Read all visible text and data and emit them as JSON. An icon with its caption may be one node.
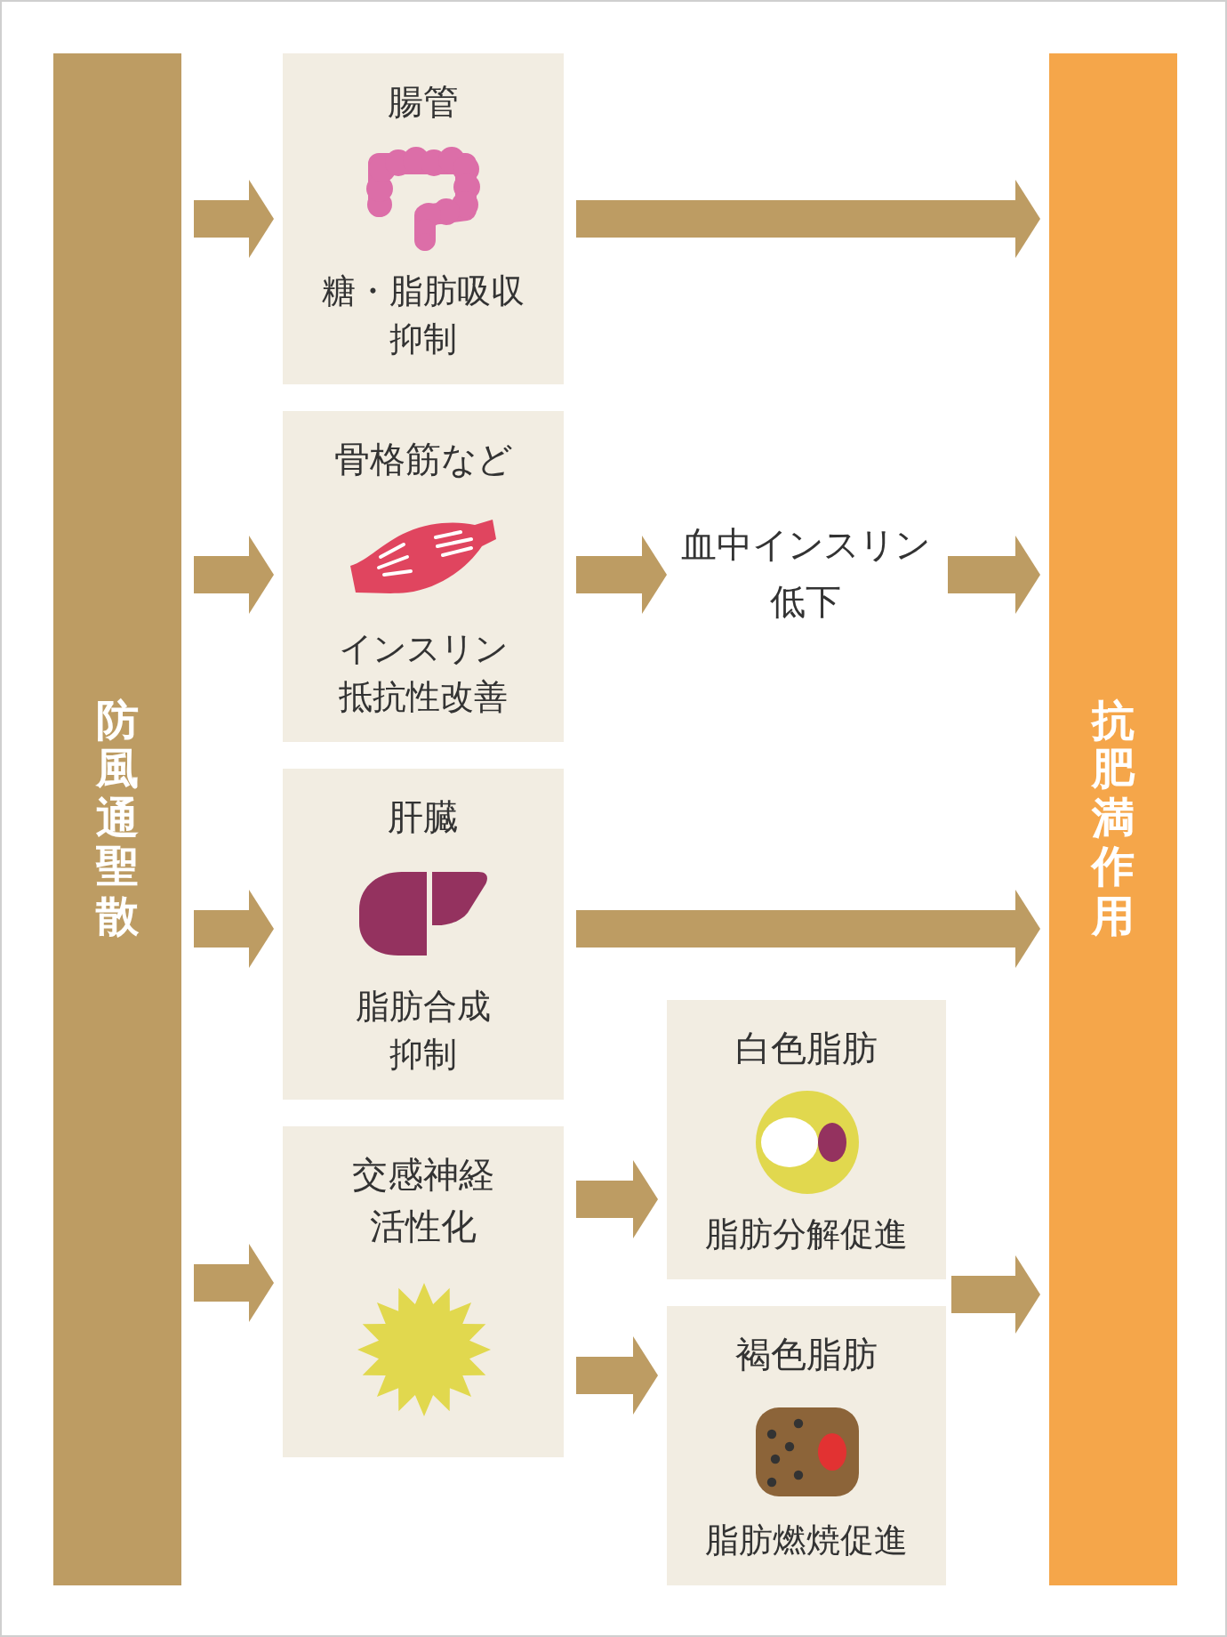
{
  "diagram": {
    "nodes": [
      {
        "text": [
          "防風通聖散"
        ]
      },
      {
        "text": [
          "腸管",
          "糖・脂肪吸収抑制"
        ]
      },
      {
        "text": [
          "骨格筋など",
          "インスリン抵抗性改善"
        ]
      },
      {
        "text": [
          "血中インスリン低下"
        ]
      },
      {
        "text": [
          "肝臓",
          "脂肪合成抑制"
        ]
      },
      {
        "text": [
          "交感神経活性化"
        ]
      },
      {
        "text": [
          "白色脂肪",
          "脂肪分解促進"
        ]
      },
      {
        "text": [
          "褐色脂肪",
          "脂肪燃焼促進"
        ]
      },
      {
        "text": [
          "抗肥満作用"
        ]
      }
    ],
    "edges": [
      {
        "from": 0,
        "to": 1,
        "arrow": "to"
      },
      {
        "from": 1,
        "to": 8,
        "arrow": "to"
      },
      {
        "from": 0,
        "to": 2,
        "arrow": "to"
      },
      {
        "from": 2,
        "to": 3,
        "arrow": "to"
      },
      {
        "from": 3,
        "to": 8,
        "arrow": "to"
      },
      {
        "from": 0,
        "to": 4,
        "arrow": "to"
      },
      {
        "from": 4,
        "to": 8,
        "arrow": "to"
      },
      {
        "from": 0,
        "to": 5,
        "arrow": "to"
      },
      {
        "from": 5,
        "to": 6,
        "arrow": "to"
      },
      {
        "from": 5,
        "to": 7,
        "arrow": "to"
      },
      {
        "from": 6,
        "to": 8,
        "arrow": "to"
      },
      {
        "from": 7,
        "to": 8,
        "arrow": "to"
      }
    ]
  }
}
